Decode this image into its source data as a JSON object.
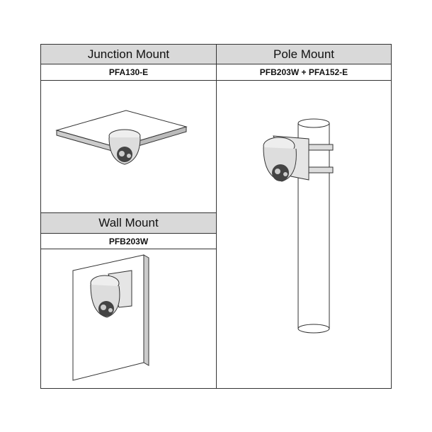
{
  "junction": {
    "title": "Junction Mount",
    "model": "PFA130-E"
  },
  "pole": {
    "title": "Pole Mount",
    "model": "PFB203W + PFA152-E"
  },
  "wall": {
    "title": "Wall Mount",
    "model": "PFB203W"
  }
}
